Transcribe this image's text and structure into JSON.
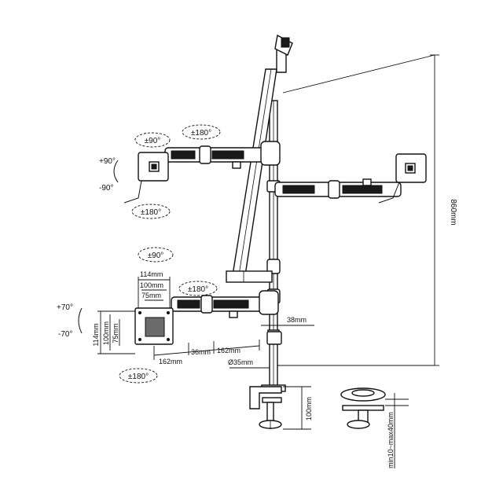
{
  "rotation_labels": {
    "top_monitor_tilt": "±90°",
    "top_arm_swivel": "±180°",
    "left_tilt_up": "+90°",
    "left_tilt_down": "-90°",
    "left_rotate": "±180°",
    "bottom_monitor_tilt": "±90°",
    "bottom_arm_swivel": "±180°",
    "bottom_tilt_up": "+70°",
    "bottom_tilt_down": "-70°",
    "bottom_rotate": "±180°"
  },
  "vesa": {
    "w114": "114mm",
    "w100": "100mm",
    "w75": "75mm",
    "h114": "114mm",
    "h100": "100mm",
    "h75": "75mm"
  },
  "arm_dims": {
    "seg1": "162mm",
    "seg2": "36mm",
    "seg3": "162mm"
  },
  "pole": {
    "diameter": "Ø35mm",
    "offset": "38mm",
    "height": "860mm"
  },
  "clamp": {
    "thickness": "100mm",
    "desk_range": "min10~max40mm"
  },
  "colors": {
    "ink": "#111111",
    "background": "#ffffff"
  }
}
